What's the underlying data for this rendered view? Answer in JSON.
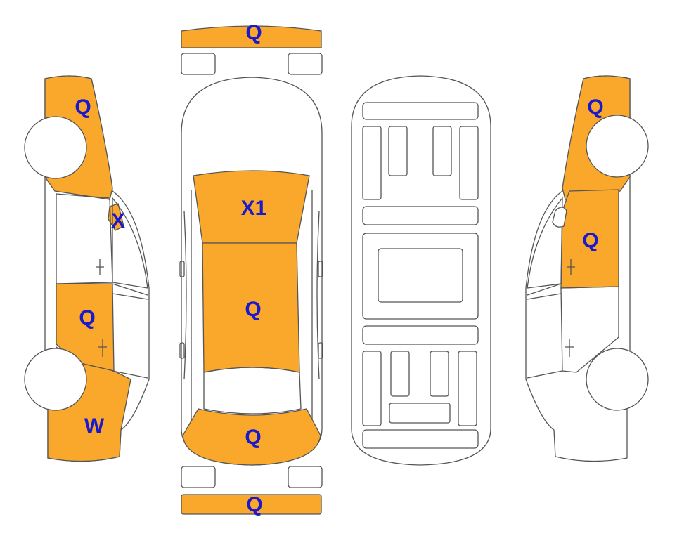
{
  "colors": {
    "damage_fill": "#F9A82B",
    "outline": "#555555",
    "label": "#1A1ACC",
    "background": "#FFFFFF"
  },
  "markings": {
    "front_bumper": "Q",
    "rear_bumper": "Q",
    "hood": "X1",
    "roof": "Q",
    "trunk": "Q",
    "left_front_fender": "Q",
    "left_a_pillar": "X",
    "left_rear_door": "Q",
    "left_rear_quarter": "W",
    "right_front_fender": "Q",
    "right_front_door": "Q"
  }
}
